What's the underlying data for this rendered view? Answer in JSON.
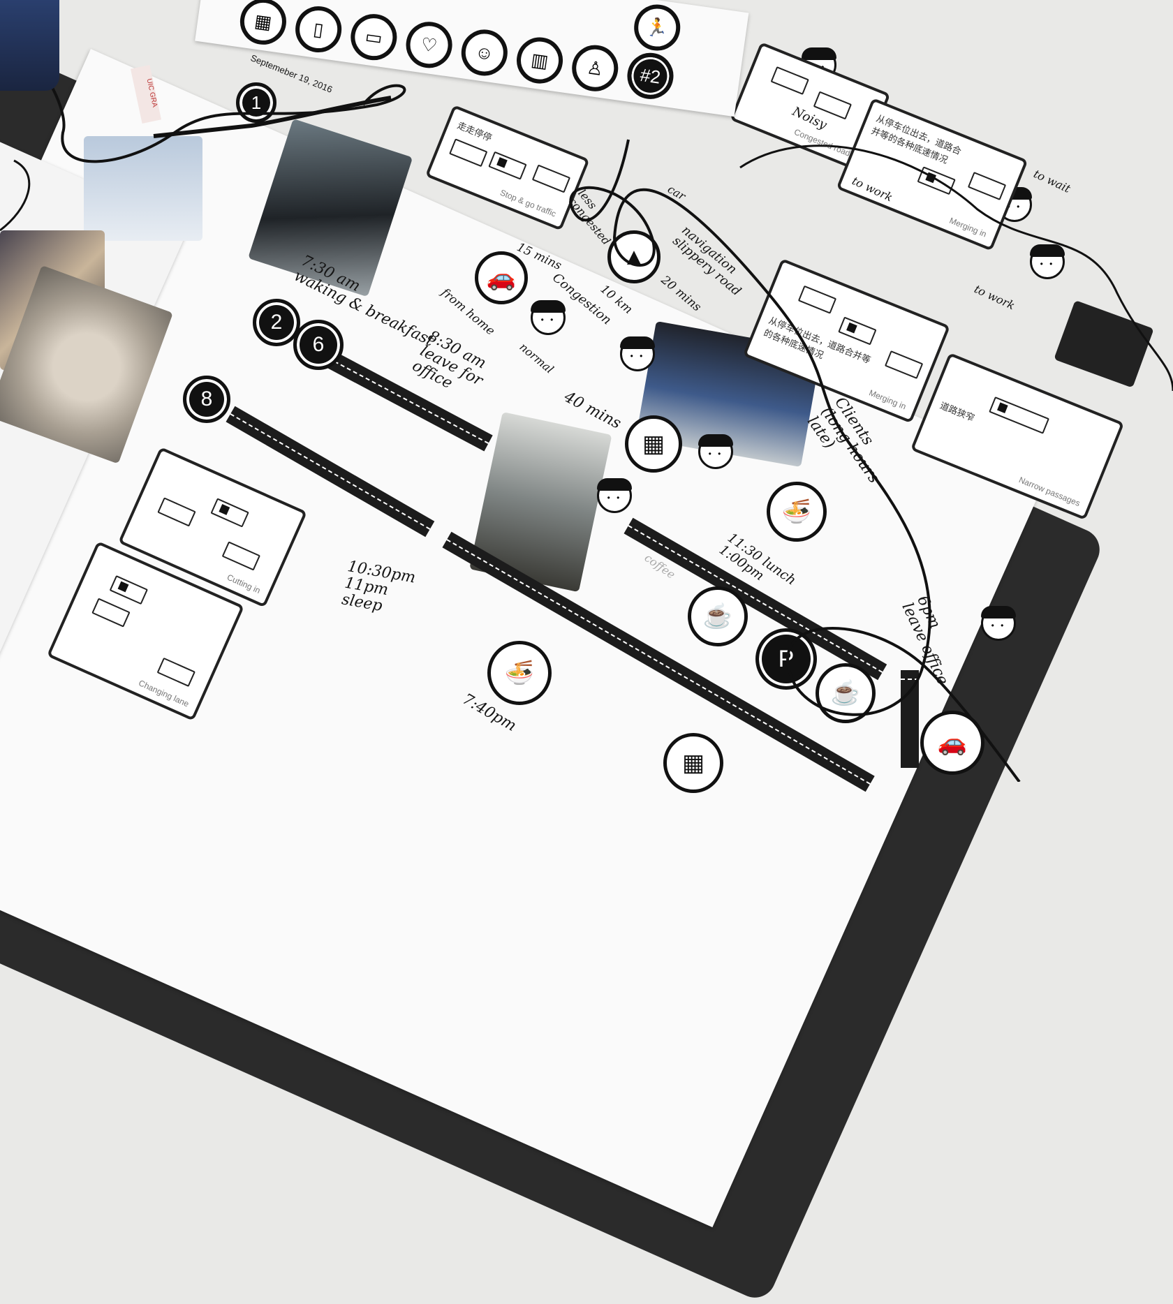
{
  "board": {
    "date": "Septemeber 19, 2016",
    "step_numbers": [
      "1",
      "2",
      "6",
      "8"
    ],
    "sticker_sheet_label": "#2"
  },
  "cards": [
    {
      "caption": "Stop & go traffic",
      "chinese": "走走停停"
    },
    {
      "caption": "Congested roads",
      "chinese": ""
    },
    {
      "caption": "Merging in",
      "chinese": "从停车位出去，道路合并等的各种底速情况"
    },
    {
      "caption": "Merging in",
      "chinese": "从停车位出去，道路合并等的各种底速情况"
    },
    {
      "caption": "Narrow passages",
      "chinese": "道路狭窄"
    },
    {
      "caption": "Cutting in",
      "chinese": ""
    },
    {
      "caption": "Changing lane",
      "chinese": ""
    }
  ],
  "handwriting": {
    "wake": "7:30 am\nwaking & breakfast",
    "leave": "8:30 am\nleave for\noffice",
    "commute": "40 mins",
    "mins15": "15 mins",
    "congestion": "Congestion",
    "from_home": "from home",
    "normal": "normal",
    "less_congested": "less\ncongested",
    "navigation": "navigation\nslippery road",
    "mins20": "20 mins",
    "km10": "10 km",
    "clients": "Clients\n(long hours\nlate)",
    "lunch": "11:30 lunch\n1:00pm",
    "coffee": "coffee",
    "night": "10:30pm\n11pm\nsleep",
    "dinner": "7:40pm",
    "leave_office": "6pm\nleave office",
    "noisy": "Noisy",
    "to_work": "to work",
    "to_wait": "to wait",
    "car": "car"
  },
  "tape_label": "UIC GRA"
}
